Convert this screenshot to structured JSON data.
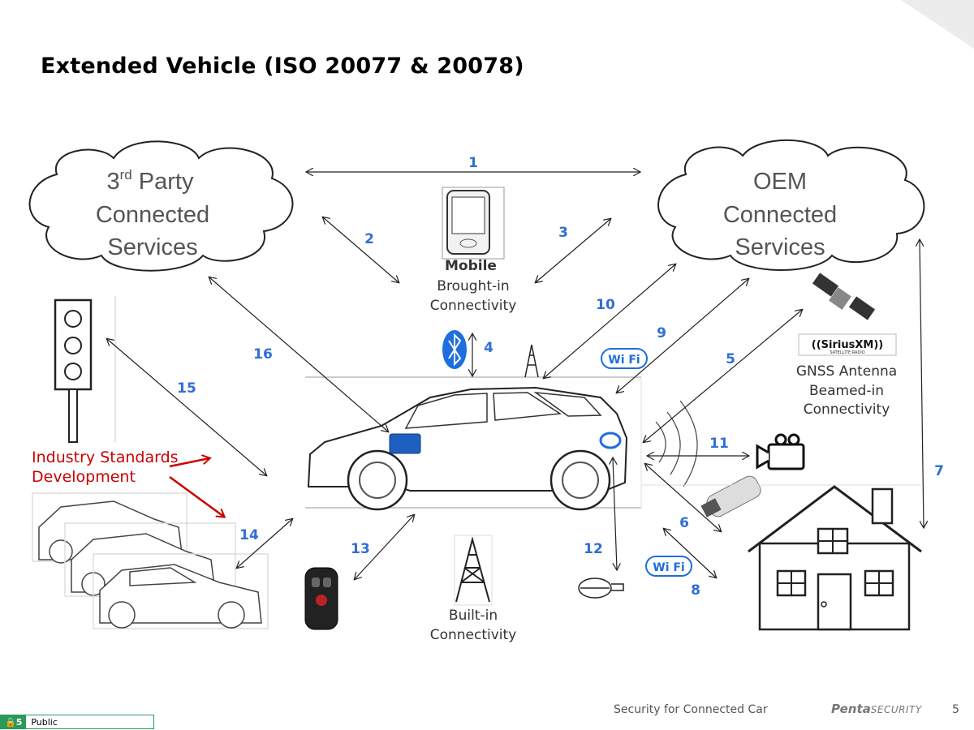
{
  "page": {
    "title": "Extended Vehicle (ISO 20077 & 20078)"
  },
  "clouds": {
    "third_party": {
      "line1": "3",
      "sup": "rd",
      "line1_rest": " Party",
      "line2": "Connected",
      "line3": "Services"
    },
    "oem": {
      "line1": "OEM",
      "line2": "Connected",
      "line3": "Services"
    }
  },
  "labels": {
    "mobile": "Mobile",
    "brought_in": "Brought-in",
    "connectivity_1": "Connectivity",
    "gnss": "GNSS Antenna",
    "beamed_in": "Beamed-in",
    "connectivity_2": "Connectivity",
    "built_in": "Built-in",
    "connectivity_3": "Connectivity",
    "industry": "Industry Standards",
    "development": "Development",
    "wifi_1": "Wi Fi",
    "wifi_2": "Wi Fi",
    "siriusxm": "((SiriusXM))",
    "siriusxm_sub": "SATELLITE RADIO"
  },
  "numbers": {
    "n1": "1",
    "n2": "2",
    "n3": "3",
    "n4": "4",
    "n5": "5",
    "n6": "6",
    "n7": "7",
    "n8": "8",
    "n9": "9",
    "n10": "10",
    "n11": "11",
    "n12": "12",
    "n13": "13",
    "n14": "14",
    "n15": "15",
    "n16": "16"
  },
  "colors": {
    "accent_blue": "#2f6fd6",
    "red": "#cc0000",
    "classification_green": "#2a9a5a"
  },
  "footer": {
    "title": "Security for Connected Car",
    "brand_bold": "Penta",
    "brand_lite": "SECURITY",
    "page_number": "5",
    "classification_code": "5",
    "classification_label": "Public"
  }
}
